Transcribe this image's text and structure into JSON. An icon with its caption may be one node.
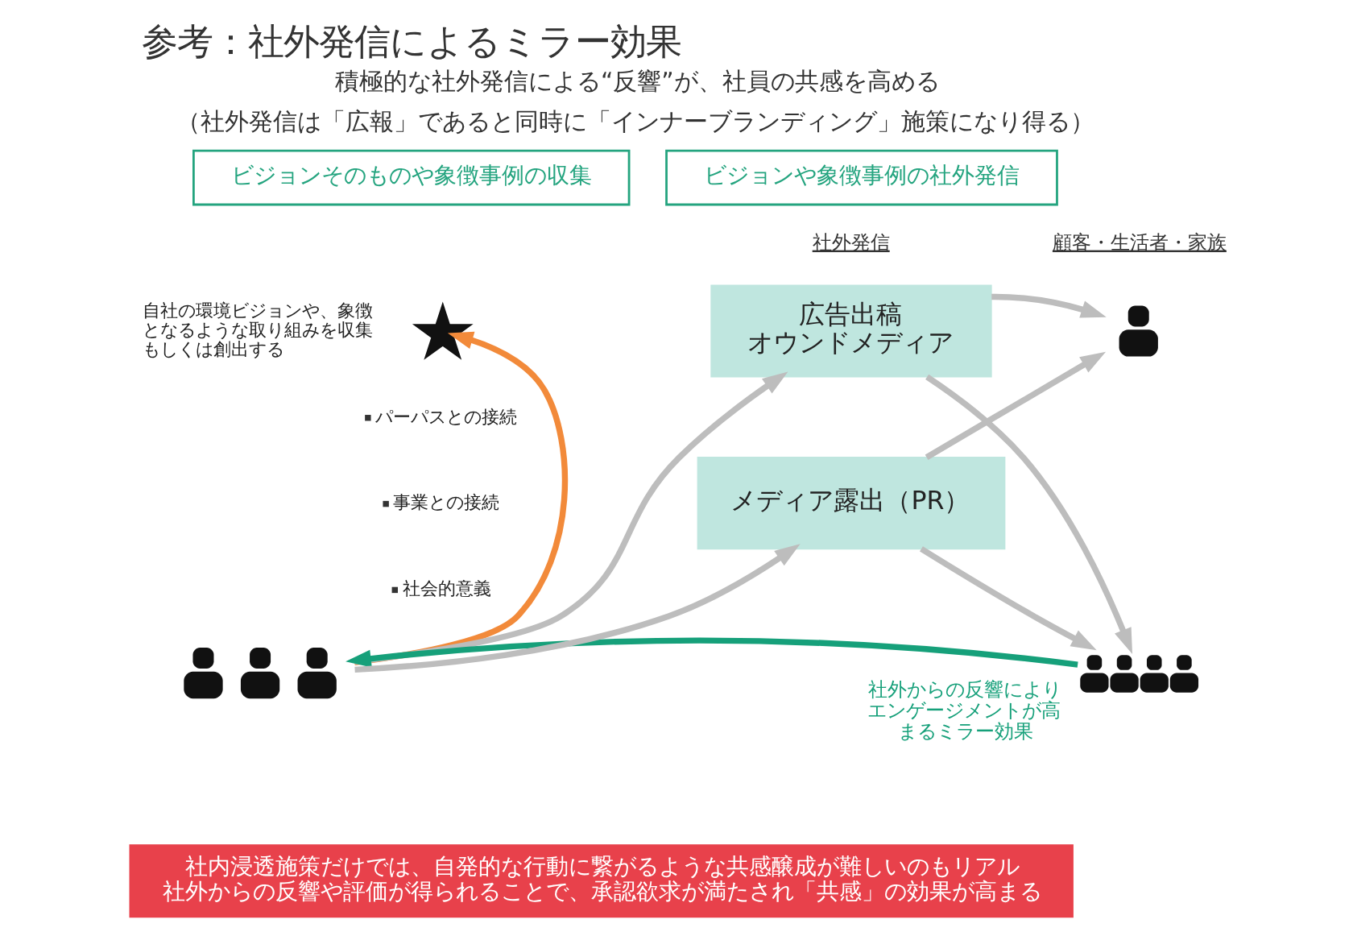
{
  "diagram": {
    "title": "参考：社外発信によるミラー効果",
    "nodes": [
      {
        "text": [
          "ビジョンそのものや象徴事例の収集"
        ]
      },
      {
        "text": [
          "ビジョンや象徴事例の社外発信"
        ]
      },
      {
        "text": [],
        "shape": "star"
      },
      {
        "text": [
          "広告出稿",
          "オウンドメディア"
        ]
      },
      {
        "text": [],
        "shape": "person"
      },
      {
        "text": [],
        "shape": "person"
      },
      {
        "text": [
          "メディア露出（PR）"
        ]
      },
      {
        "text": [],
        "shape": "person"
      },
      {
        "text": [
          "社内浸透施策だけでは、自発的な行動に繋がるような共感醸成が難しいのもリアル",
          "社外からの反響や評価が得られることで、承認欲求が満たされ「共感」の効果が高まる"
        ]
      }
    ],
    "edges": [
      {
        "from": 5,
        "to": 2,
        "arrow": "to",
        "color": "#f28a3a"
      },
      {
        "from": 5,
        "to": 3,
        "arrow": "to"
      },
      {
        "from": 5,
        "to": 6,
        "arrow": "to"
      },
      {
        "from": 3,
        "to": 4,
        "arrow": "to"
      },
      {
        "from": 3,
        "to": 7,
        "arrow": "to"
      },
      {
        "from": 6,
        "to": 4,
        "arrow": "to"
      },
      {
        "from": 6,
        "to": 7,
        "arrow": "to"
      },
      {
        "from": 7,
        "to": 5,
        "arrow": "to",
        "label": "社外からの反響によりエンゲージメントが高まるミラー効果",
        "color": "#16a07a"
      }
    ],
    "labels": [
      "積極的な社外発信による“反響”が、社員の共感を高める",
      "（社外発信は「広報」であると同時に「インナーブランディング」施策になり得る）",
      "社外発信",
      "顧客・生活者・家族",
      "自社の環境ビジョンや、象徴となるような取り組みを収集もしくは創出する",
      "パーパスとの接続",
      "事業との接続",
      "社会的意義"
    ]
  }
}
